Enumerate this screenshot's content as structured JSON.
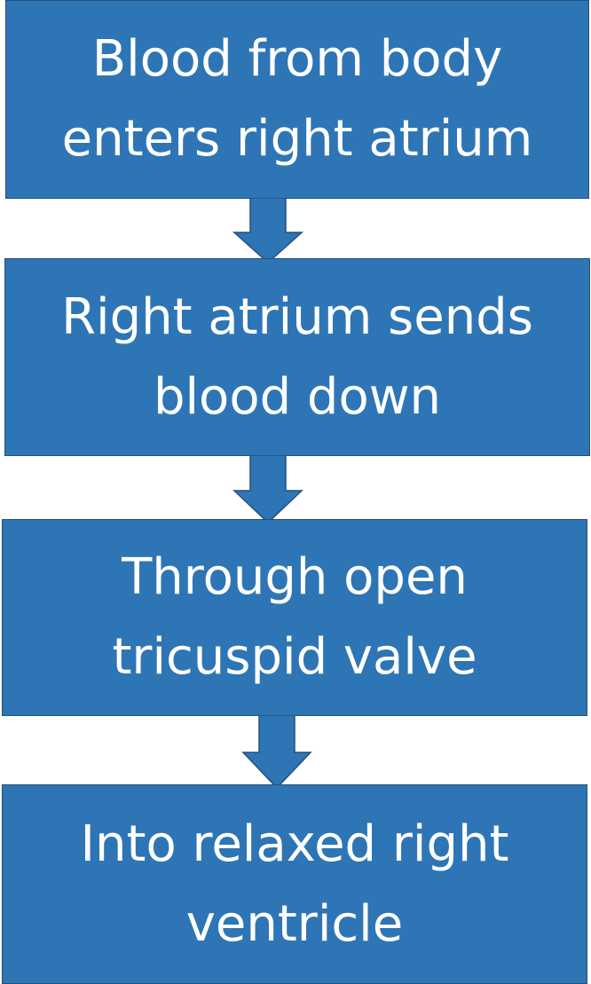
{
  "diagram": {
    "steps": [
      {
        "lines": [
          "Blood from body",
          "enters right atrium"
        ]
      },
      {
        "lines": [
          "Right atrium sends",
          "blood down"
        ]
      },
      {
        "lines": [
          "Through open",
          "tricuspid valve"
        ]
      },
      {
        "lines": [
          "Into relaxed right",
          "ventricle"
        ]
      }
    ]
  },
  "colors": {
    "box_fill": "#2e75b6",
    "box_border": "#264f7a",
    "text": "#ffffff"
  }
}
